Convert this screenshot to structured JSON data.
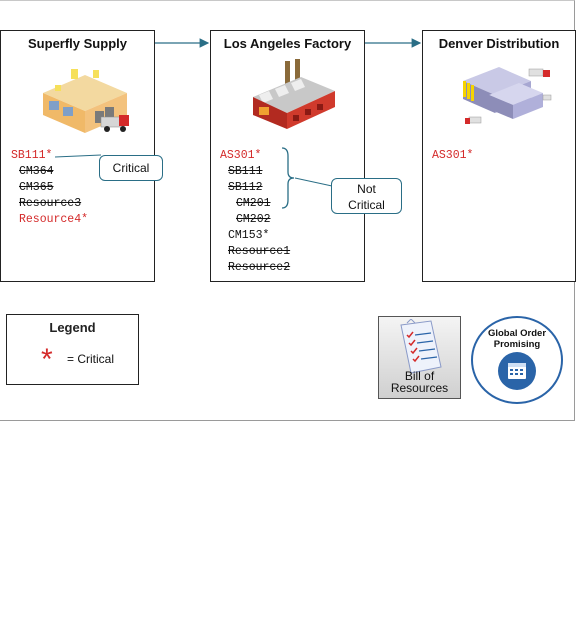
{
  "nodes": [
    {
      "title": "Superfly Supply",
      "icon": "warehouse-icon",
      "items": [
        {
          "text": "SB111*",
          "critical": true,
          "struck": false,
          "indent": 0
        },
        {
          "text": "CM364",
          "critical": false,
          "struck": true,
          "indent": 1
        },
        {
          "text": "CM365",
          "critical": false,
          "struck": true,
          "indent": 1
        },
        {
          "text": "Resource3",
          "critical": false,
          "struck": true,
          "indent": 1
        },
        {
          "text": "Resource4*",
          "critical": true,
          "struck": false,
          "indent": 1
        }
      ],
      "callout": "Critical"
    },
    {
      "title": "Los Angeles Factory",
      "icon": "factory-icon",
      "items": [
        {
          "text": "AS301*",
          "critical": true,
          "struck": false,
          "indent": 0
        },
        {
          "text": "SB111",
          "critical": false,
          "struck": true,
          "indent": 1
        },
        {
          "text": "SB112",
          "critical": false,
          "struck": true,
          "indent": 1
        },
        {
          "text": "CM201",
          "critical": false,
          "struck": true,
          "indent": 2
        },
        {
          "text": "CM202",
          "critical": false,
          "struck": true,
          "indent": 2
        },
        {
          "text": "CM153*",
          "critical": false,
          "struck": false,
          "indent": 1
        },
        {
          "text": "Resource1",
          "critical": false,
          "struck": true,
          "indent": 1
        },
        {
          "text": "Resource2",
          "critical": false,
          "struck": true,
          "indent": 1
        }
      ],
      "callout": "Not Critical"
    },
    {
      "title": "Denver Distribution",
      "icon": "distribution-center-icon",
      "items": [
        {
          "text": "AS301*",
          "critical": true,
          "struck": false,
          "indent": 0
        }
      ]
    }
  ],
  "legend": {
    "title": "Legend",
    "symbol": "*",
    "text": "= Critical"
  },
  "tiles": {
    "bill_of_resources": "Bill of Resources",
    "global_order_promising": "Global Order Promising"
  },
  "colors": {
    "critical": "#d42a2a",
    "arrow": "#2a6e86",
    "badge_blue": "#2a64a8"
  }
}
